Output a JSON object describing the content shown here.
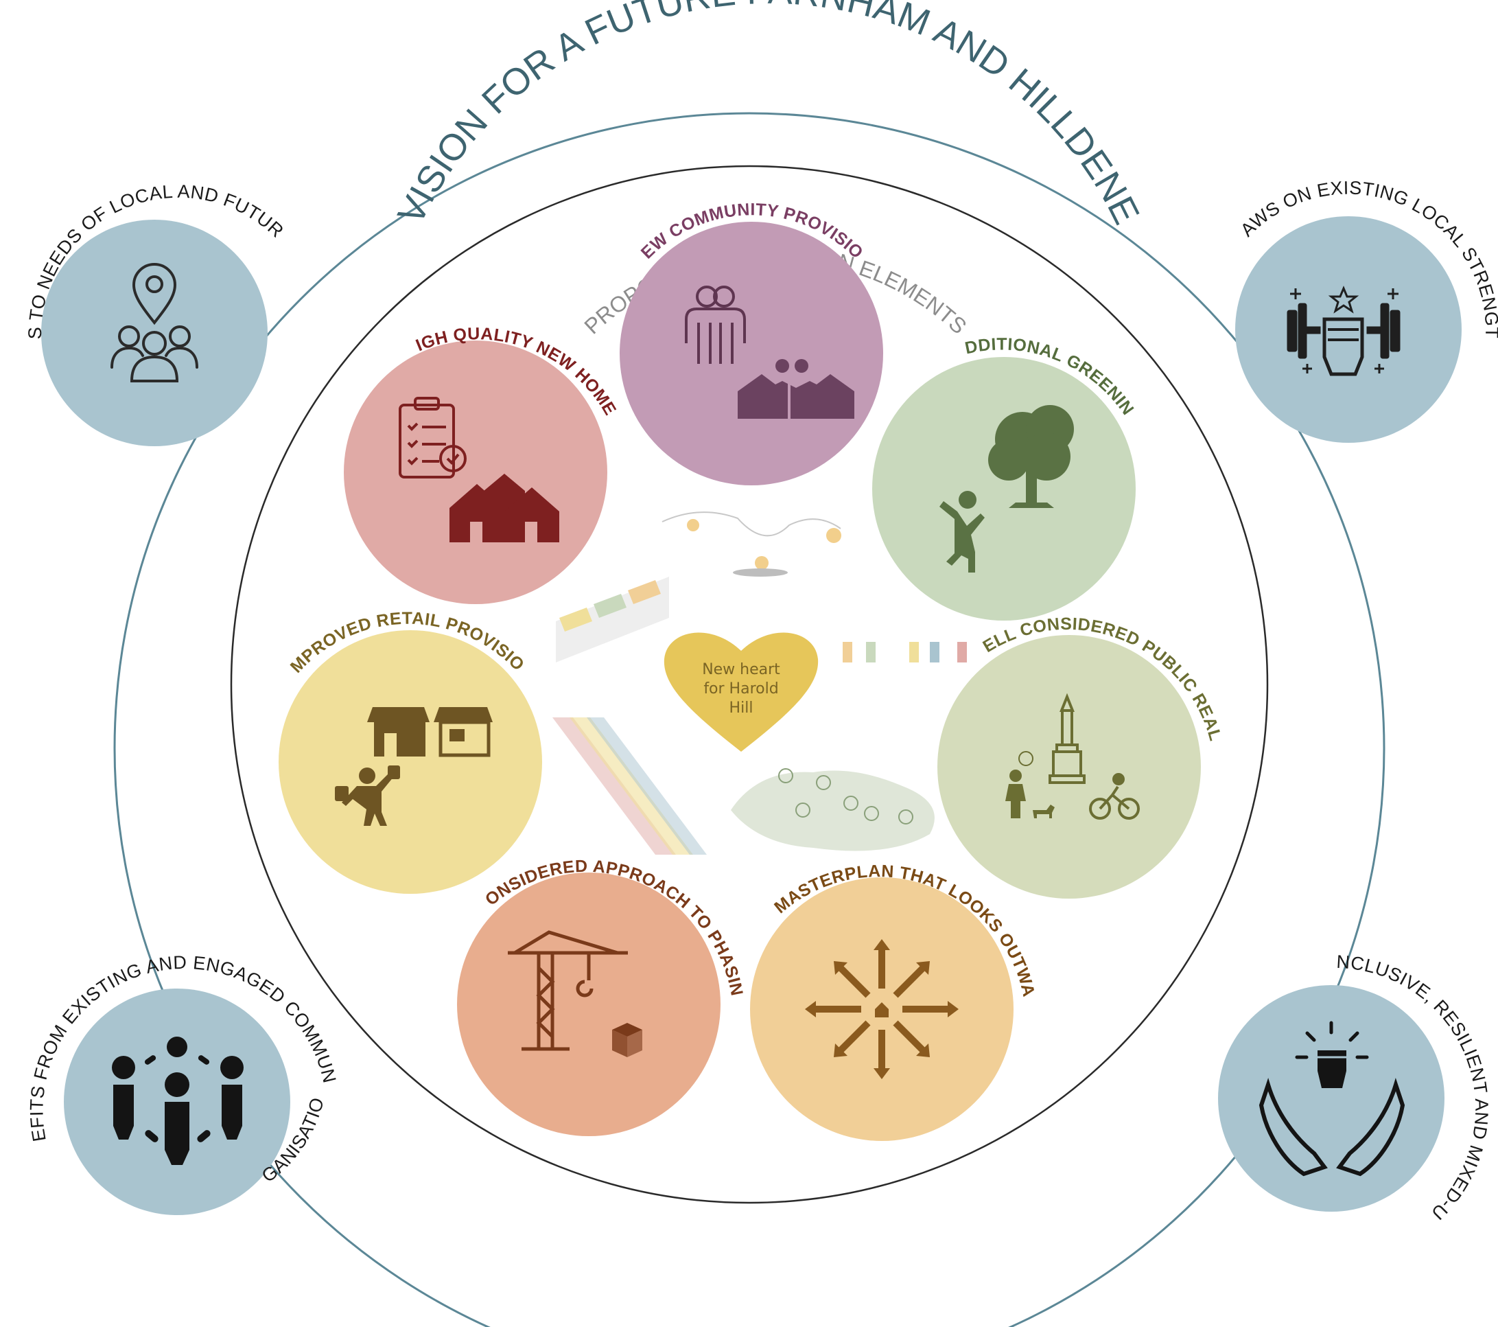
{
  "title": "VISION FOR A FUTURE FARNHAM AND HILLDENE",
  "subtitle": "PROPOSED MASTERPLAN ELEMENTS",
  "center": {
    "line1": "New heart",
    "line2": "for Harold",
    "line3": "Hill"
  },
  "corners": {
    "top_left": "RESPONDS TO NEEDS OF LOCAL AND FUTURE PEOPLE",
    "top_right": "DRAWS ON EXISTING LOCAL STRENGTHS",
    "bottom_left_a": "BENEFITS FROM EXISTING AND ENGAGED COMMUNITY",
    "bottom_left_b": "ORGANISATIONS",
    "bottom_right": "IS INCLUSIVE, RESILIENT AND MIXED-USE"
  },
  "elements": {
    "community": "NEW COMMUNITY PROVISION",
    "homes": "HIGH QUALITY NEW HOMES",
    "greening": "ADDITIONAL GREENING",
    "retail": "IMPROVED RETAIL PROVISION",
    "public_realm": "WELL CONSIDERED PUBLIC REALM",
    "phasing": "CONSIDERED APPROACH TO PHASING",
    "outward": "A MASTERPLAN THAT LOOKS OUTWARD"
  },
  "colors": {
    "title": "#3e6470",
    "outer_ring": "#5b8796",
    "corner_fill": "#a9c4cf",
    "community": "#c29bb5",
    "homes": "#e0aaa6",
    "greening": "#c9d9bd",
    "retail": "#f0df9a",
    "public_realm": "#d5dcbb",
    "phasing": "#e8ad8e",
    "outward": "#f1cf97",
    "heart": "#e6c65a"
  }
}
